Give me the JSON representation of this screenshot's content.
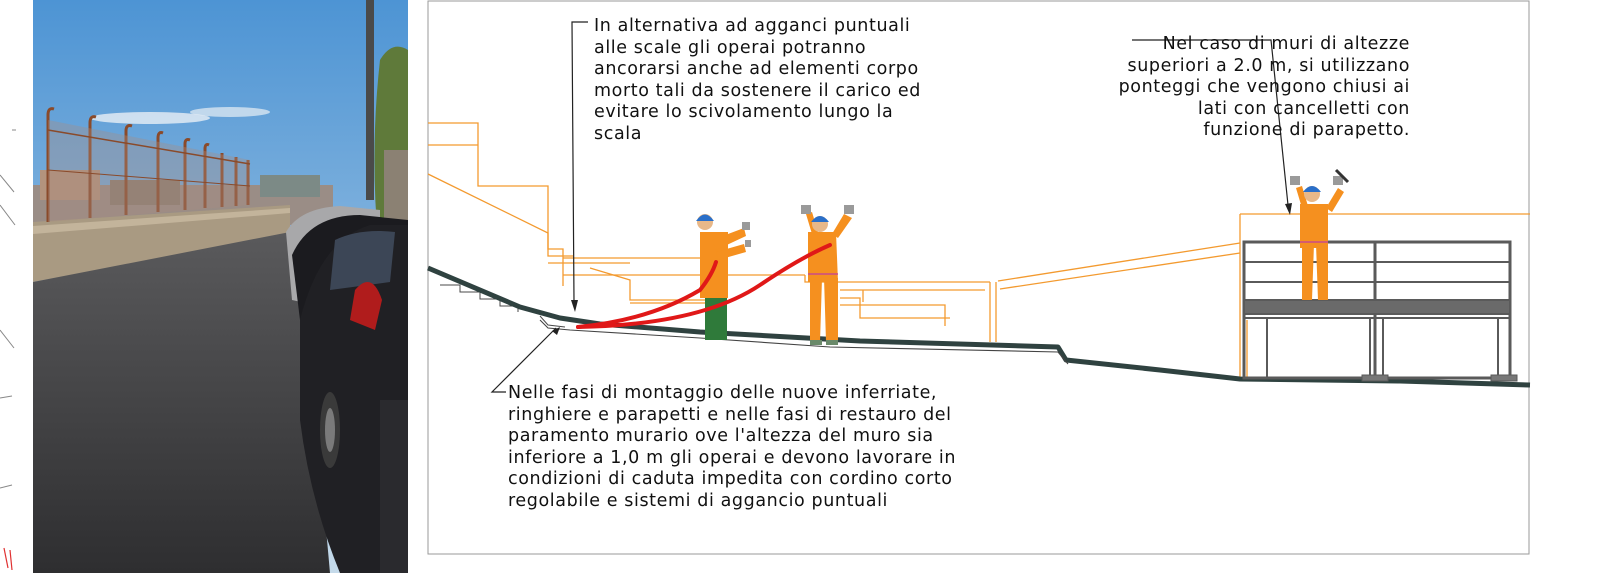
{
  "annotations": {
    "ladder_anchoring": "In alternativa ad agganci puntuali\nalle scale gli operai potranno\nancorarsi anche ad elementi corpo\nmorto tali da sostenere il carico ed\nevitare lo scivolamento lungo la\nscala",
    "scaffold_walls": "Nel caso di muri di altezze\nsuperiori a 2.0 m, si utilizzano\nponteggi che vengono chiusi ai\nlati con cancelletti con\nfunzione di parapetto.",
    "railing_assembly": "Nelle fasi di montaggio delle nuove inferriate,\nringhiere e parapetti e nelle fasi di restauro del\nparamento murario ove l'altezza del muro sia\ninferiore a 1,0 m gli operai e devono lavorare in\ncondizioni di caduta impedita con cordino corto\nregolabile e sistemi di aggancio puntuali"
  },
  "colors": {
    "ground_profile": "#2f4240",
    "wall_outline": "#f39a2f",
    "worker_suit": "#f5901f",
    "helmet": "#2a6fc9",
    "lanyard": "#e01818",
    "scaffold_steel": "#5a5a5a",
    "photo_sky": "#5b9fd8",
    "asphalt": "#3a3a3c"
  }
}
